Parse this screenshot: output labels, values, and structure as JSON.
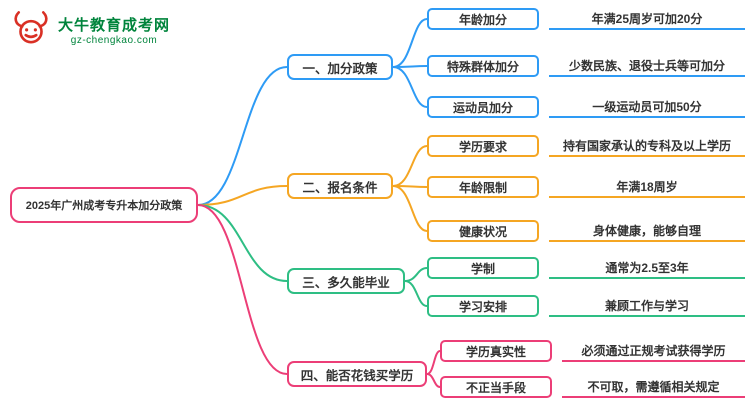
{
  "logo": {
    "title": "大牛教育成考网",
    "subtitle": "gz-chengkao.com"
  },
  "root": {
    "label": "2025年广州成考专升本加分政策",
    "accent_color": "#EC3E77"
  },
  "branches": [
    {
      "label": "一、加分政策",
      "color": "#2E9BF5",
      "children": [
        {
          "label": "年龄加分",
          "value": "年满25周岁可加20分"
        },
        {
          "label": "特殊群体加分",
          "value": "少数民族、退役士兵等可加分"
        },
        {
          "label": "运动员加分",
          "value": "一级运动员可加50分"
        }
      ]
    },
    {
      "label": "二、报名条件",
      "color": "#F5A623",
      "children": [
        {
          "label": "学历要求",
          "value": "持有国家承认的专科及以上学历"
        },
        {
          "label": "年龄限制",
          "value": "年满18周岁"
        },
        {
          "label": "健康状况",
          "value": "身体健康，能够自理"
        }
      ]
    },
    {
      "label": "三、多久能毕业",
      "color": "#2EBE84",
      "children": [
        {
          "label": "学制",
          "value": "通常为2.5至3年"
        },
        {
          "label": "学习安排",
          "value": "兼顾工作与学习"
        }
      ]
    },
    {
      "label": "四、能否花钱买学历",
      "color": "#EC3E77",
      "children": [
        {
          "label": "学历真实性",
          "value": "必须通过正规考试获得学历"
        },
        {
          "label": "不正当手段",
          "value": "不可取，需遵循相关规定"
        }
      ]
    }
  ]
}
